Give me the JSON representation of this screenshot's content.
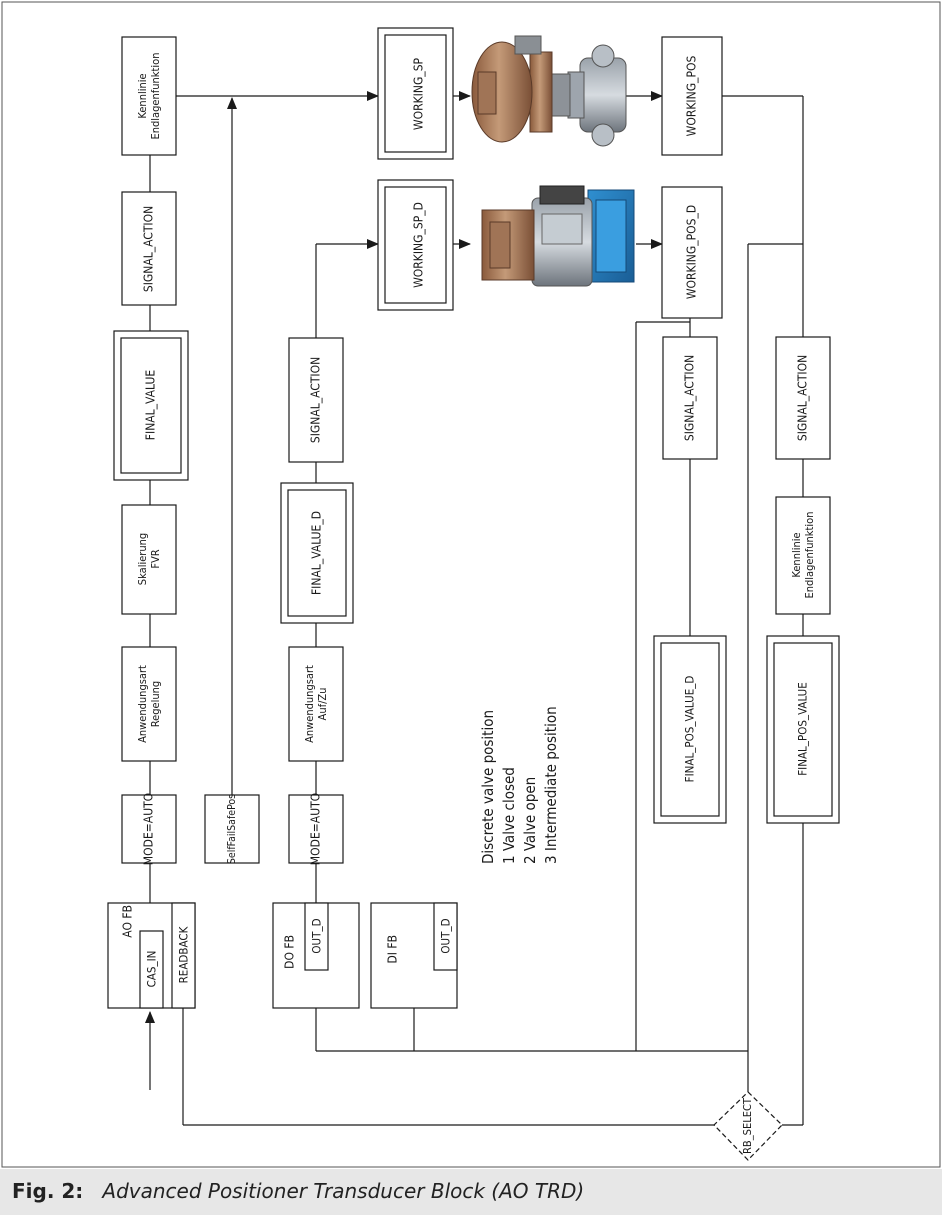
{
  "caption": {
    "label": "Fig. 2:",
    "title": "Advanced Positioner Transducer Block (AO TRD)"
  },
  "blocks": {
    "kennlinie_top": [
      "Kennlinie",
      "Endlagenfunktion"
    ],
    "working_sp": "WORKING_SP",
    "working_pos": "WORKING_POS",
    "signal_action_1": "SIGNAL_ACTION",
    "working_sp_d": "WORKING_SP_D",
    "working_pos_d": "WORKING_POS_D",
    "final_value": "FINAL_VALUE",
    "skalierung": [
      "Skalierung",
      "FVR"
    ],
    "anwendung_regelung": [
      "Anwendungsart",
      "Regelung"
    ],
    "mode_auto_1": "MODE=AUTO",
    "selffailsafe": "SelfFailSafePos",
    "signal_action_2": "SIGNAL_ACTION",
    "final_value_d": "FINAL_VALUE_D",
    "anwendung_aufzu": [
      "Anwendungsart",
      "Auf/Zu"
    ],
    "mode_auto_2": "MODE=AUTO",
    "signal_action_3": "SIGNAL_ACTION",
    "final_pos_value_d": "FINAL_POS_VALUE_D",
    "signal_action_4": "SIGNAL_ACTION",
    "kennlinie_bottom": [
      "Kennlinie",
      "Endlagenfunktion"
    ],
    "final_pos_value": "FINAL_POS_VALUE",
    "rb_select": "RB_SELECT"
  },
  "function_blocks": {
    "ao_fb": {
      "title": "AO FB",
      "port_in": "CAS_IN",
      "port_out": "READBACK"
    },
    "do_fb": {
      "title": "DO FB",
      "port": "OUT_D"
    },
    "di_fb": {
      "title": "DI FB",
      "port": "OUT_D"
    }
  },
  "legend": {
    "title": "Discrete valve position",
    "items": [
      "1 Valve closed",
      "2 Valve open",
      "3 Intermediate position"
    ]
  },
  "colors": {
    "line": "#1a1a1a",
    "caption_bg": "#e7e7e7"
  }
}
